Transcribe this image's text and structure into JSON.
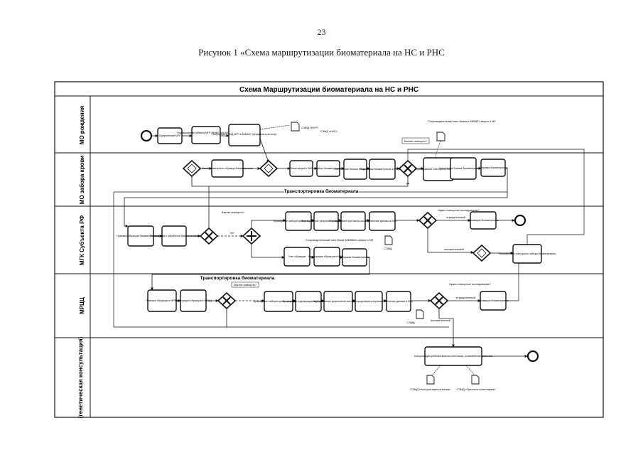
{
  "page": {
    "number": "23",
    "caption": "Рисунок 1 «Схема маршрутизации биоматериала на НС и РНС"
  },
  "diagram": {
    "title": "Схема Маршрутизации биоматериала на НС и РНС",
    "lanes": [
      "МО рождения",
      "МО забора крови",
      "МГК Субъекта РФ",
      "МРЦЦ",
      "(генетическая консультация)"
    ],
    "transport_labels": {
      "lane2": "Транспортировка биоматериала",
      "lane3": "Транспортировка биоматериала"
    },
    "documents": {
      "smad_mgr": "СЭМД «МГР»",
      "smad_nns": "СЭМД «ННС»",
      "smad_lane3": "СЭМД",
      "smad_lane4": "СЭМД",
      "smad_cons": "СЭМД «Консультация генетика»",
      "smad_prot": "СЭМД «Протокол консилиума»"
    },
    "tasks": {
      "l1_t1": "Оформление МГР",
      "l1_t2": "Формирование (обмен) МГР (ФНВС или ИРМДР)",
      "l1_t3": "Получение СЭМД МГР в ВИМИС (передача в регистр)",
      "l2_t1": "Взятие повторного образца биоматериала",
      "l2_t2": "Регистрация в ЛИС",
      "l2_t3": "Забор биоматериала",
      "l2_t4": "Заполнение бланка биоматериала",
      "l2_t5": "Подготовка биоматериала к отправке",
      "l2_t6": "Формирование повторного направления",
      "l2_t7": "Заполнение бланка биоматериала в МГК",
      "l2_t8": "Отправка биоматериала",
      "l3_t1": "Приемка образцов биоматериала в МГК",
      "l3_t2": "Регистрация и обработка биоматериала",
      "l3_t3": "Проведение лабораторного исследования",
      "l3_t4": "Формирование результатов исследования",
      "l3_t5": "Формирование протокола исследования",
      "l3_t6": "Внесение данных в ЛИС",
      "l3_t7": "Учет образцов",
      "l3_t8": "Регистрация образцов в МРЦЦ",
      "l3_t9": "Отправка биоматериала",
      "l3_t10": "Архивация биоматериала",
      "l3_t11": "Направление повторного забора биоматериала",
      "l4_t1": "Приемка образцов в МРЦЦ",
      "l4_t2": "Регистрация образцов в МРЦЦ",
      "l4_t3": "Проведение лабораторного исследования",
      "l4_t4": "Проведение подтверждающей диагностики",
      "l4_t5": "Формирование результатов исследования",
      "l4_t6": "Интерпретация результатов",
      "l4_t7": "Внесение данных в ЛИС",
      "l4_t8": "Архивация биоматериала",
      "l5_t1": "Консультация ребенка врачом-генетиком, установление диагноза"
    },
    "annotations": {
      "lane1_top": "Сопроводительный лист-бланк в ВИМИС-запрос к МЗ",
      "lane2_q": "Взятие повторно?",
      "lane2_yes": "да",
      "lane3_q": "Взятие повторно?",
      "lane3_annot": "Сопроводительный лист-бланк в ВИМИС-запрос к МЗ",
      "lane3_q2": "Нужно повторное исследование?",
      "lane3_no": "нет",
      "lane3_no2": "отрицательный",
      "lane3_pos": "положительный",
      "lane4_q": "Взятие повторно?",
      "lane4_q2": "Нужно повторное исследование?",
      "lane4_no": "отрицательный",
      "lane4_pos": "положительный"
    }
  }
}
